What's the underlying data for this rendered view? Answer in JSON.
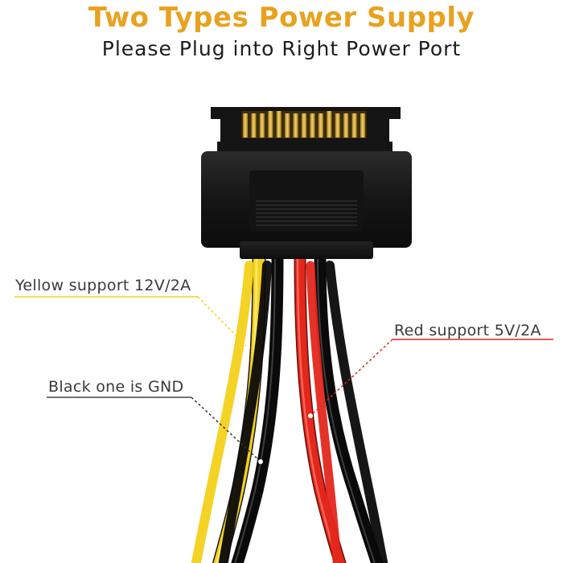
{
  "header": {
    "title": "Two Types Power Supply",
    "subtitle": "Please Plug into Right Power Port"
  },
  "labels": {
    "yellow": "Yellow support 12V/2A",
    "black": "Black one is GND",
    "red": "Red support 5V/2A"
  },
  "colors": {
    "title": "#e8a21f",
    "wire_yellow": "#f2d21a",
    "wire_black": "#151515",
    "wire_red": "#e0261b",
    "pins": "#c9a032",
    "connector_body": "#1c1c1c"
  }
}
